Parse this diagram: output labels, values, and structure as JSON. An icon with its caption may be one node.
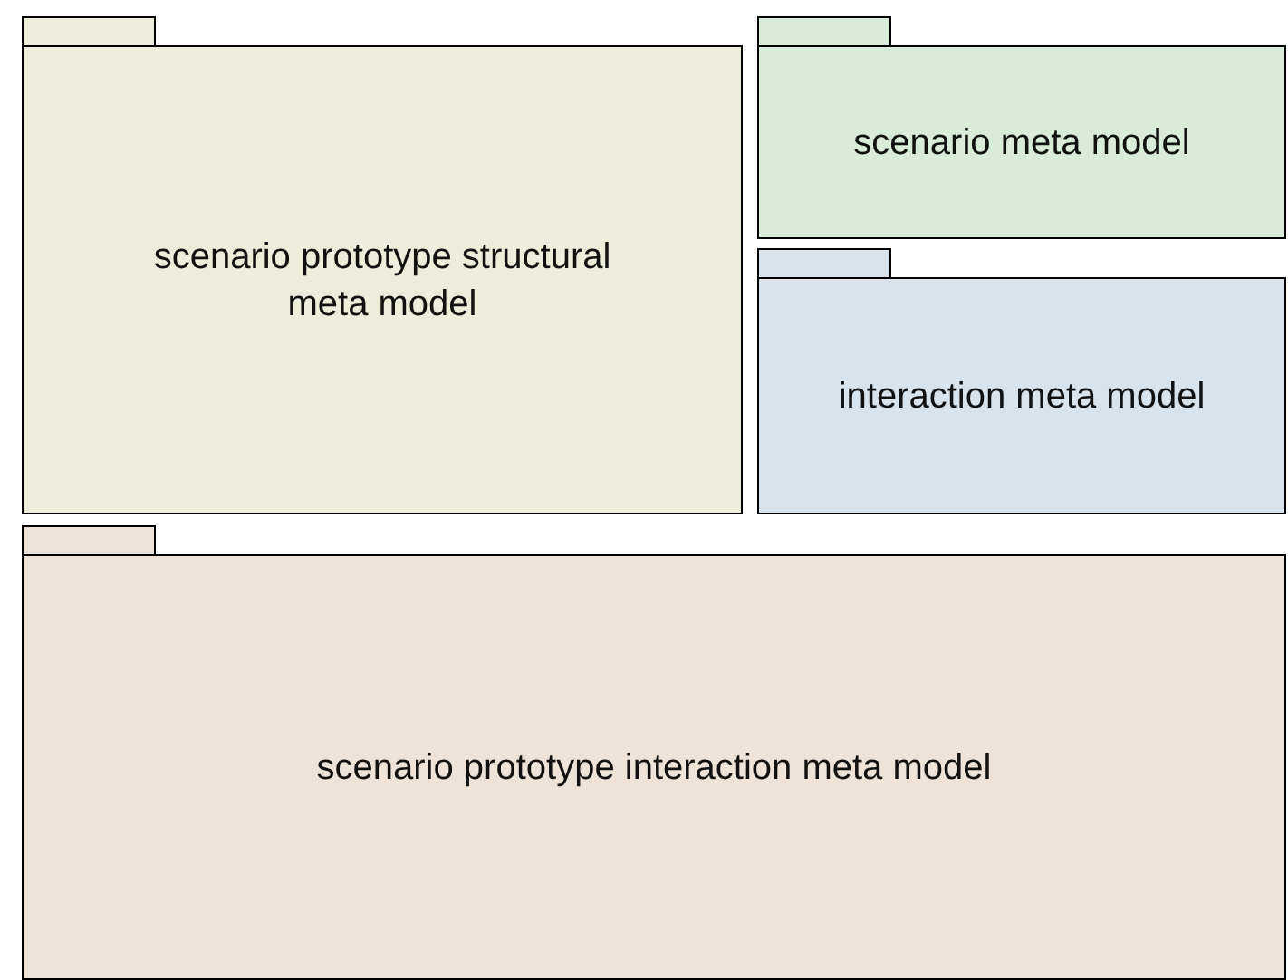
{
  "diagram": {
    "nodes": [
      {
        "text": [
          "scenario prototype structural meta model"
        ]
      },
      {
        "text": [
          "scenario meta model"
        ]
      },
      {
        "text": [
          "interaction meta model"
        ]
      },
      {
        "text": [
          "scenario prototype interaction meta model"
        ]
      }
    ]
  }
}
